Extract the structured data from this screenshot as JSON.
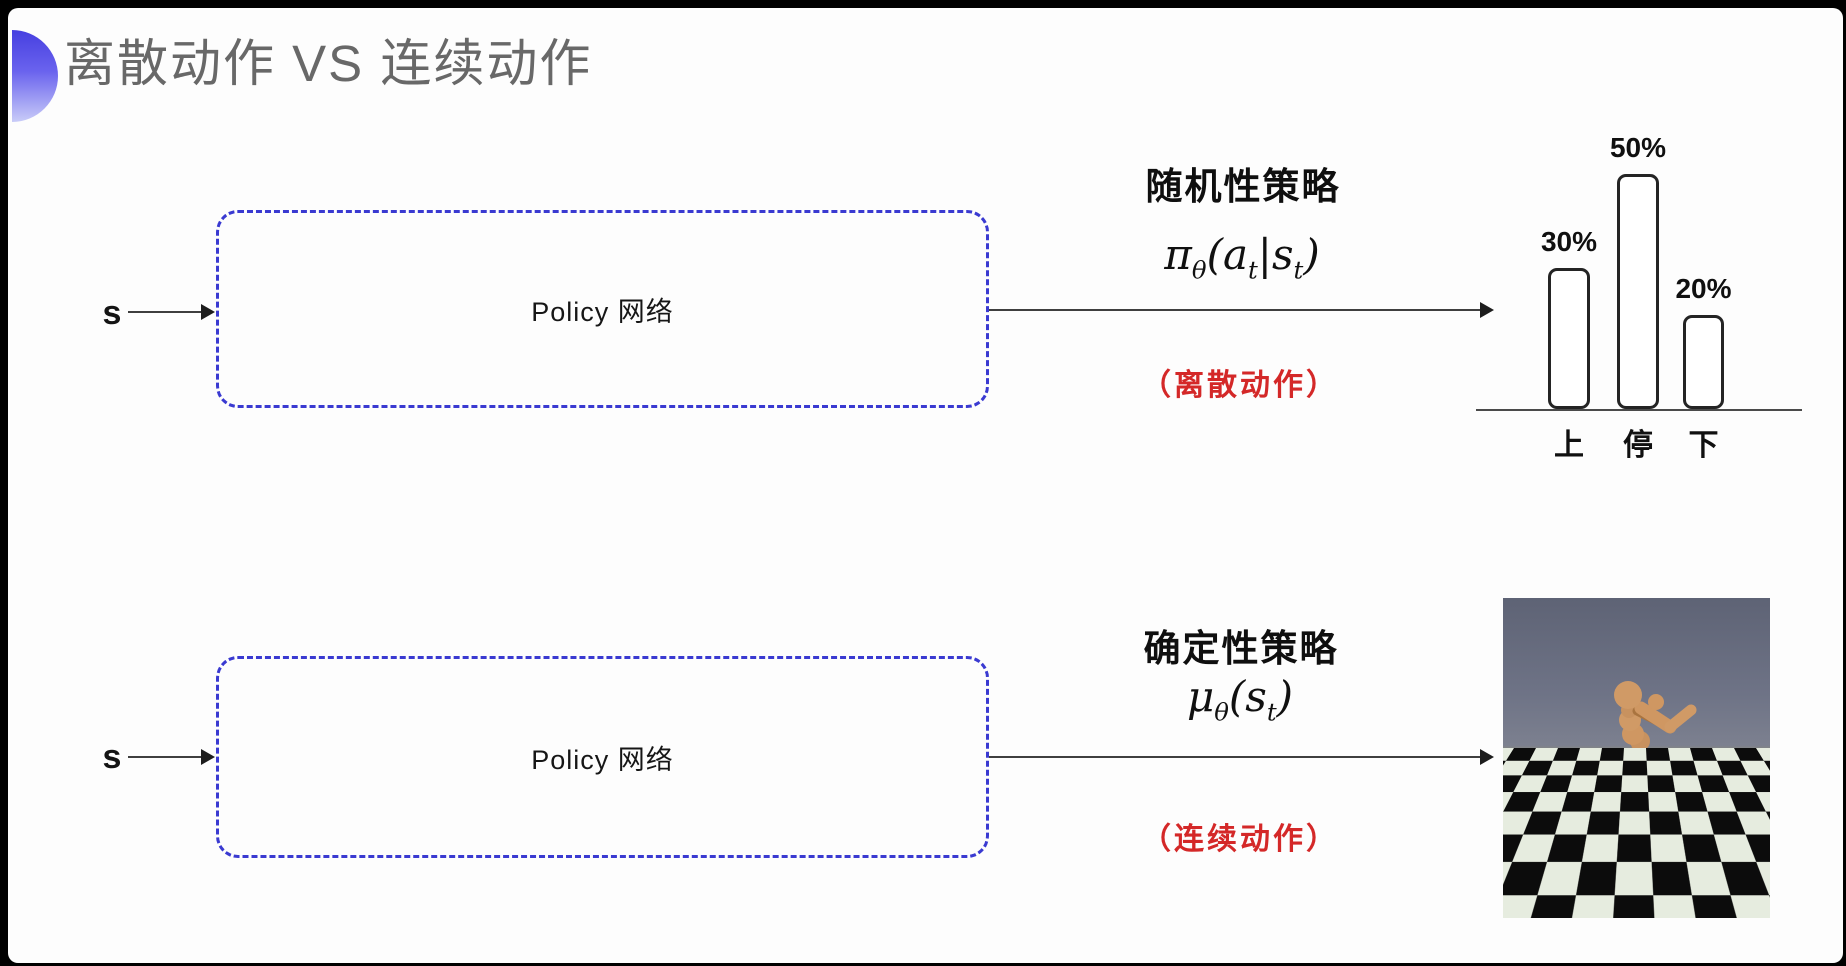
{
  "slide": {
    "title": "离散动作 VS 连续动作",
    "colors": {
      "accent_blue": "#3a3ad1",
      "action_red": "#d42828",
      "title_gray": "#686868"
    },
    "top": {
      "input_label": "s",
      "box_label": "Policy 网络",
      "policy_name": "随机性策略",
      "formula": [
        {
          "t": "π"
        },
        {
          "t": "θ",
          "sub": true
        },
        {
          "t": "("
        },
        {
          "t": "a"
        },
        {
          "t": "t",
          "sub": true
        },
        {
          "t": "|"
        },
        {
          "t": "s"
        },
        {
          "t": "t",
          "sub": true
        },
        {
          "t": ")"
        }
      ],
      "action_type": "（离散动作）"
    },
    "bottom": {
      "input_label": "s",
      "box_label": "Policy 网络",
      "policy_name": "确定性策略",
      "formula": [
        {
          "t": "μ"
        },
        {
          "t": "θ",
          "sub": true
        },
        {
          "t": "("
        },
        {
          "t": "s"
        },
        {
          "t": "t",
          "sub": true
        },
        {
          "t": ")"
        }
      ],
      "action_type": "（连续动作）"
    }
  },
  "chart_data": {
    "type": "bar",
    "categories": [
      "上",
      "停",
      "下"
    ],
    "values": [
      30,
      50,
      20
    ],
    "value_labels": [
      "30%",
      "50%",
      "20%"
    ],
    "title": "",
    "xlabel": "",
    "ylabel": "",
    "ylim": [
      0,
      55
    ],
    "grid": false,
    "legend": false,
    "bar_fill": "#ffffff",
    "bar_stroke": "#242424"
  }
}
